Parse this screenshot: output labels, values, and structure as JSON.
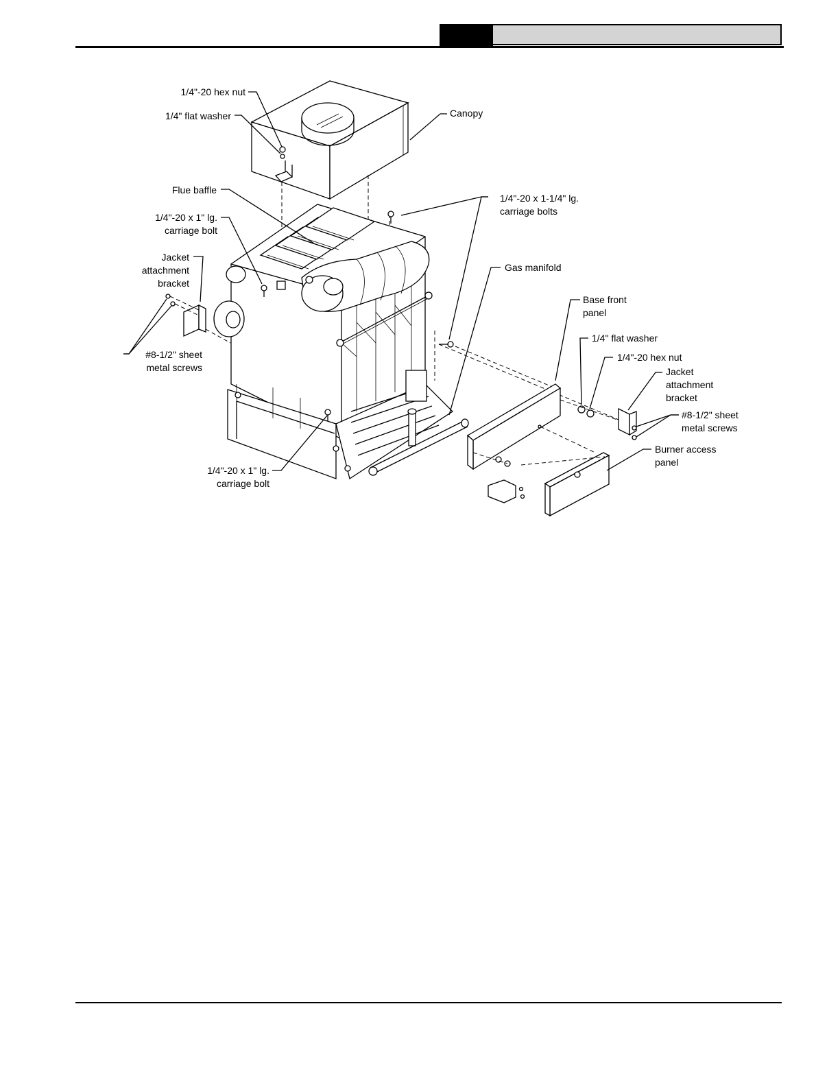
{
  "labels": {
    "hex_nut_top": "1/4\"-20 hex nut",
    "flat_washer_top": "1/4\" flat washer",
    "canopy": "Canopy",
    "flue_baffle": "Flue baffle",
    "carriage_bolts_top": [
      "1/4\"-20 x 1-1/4\" lg.",
      "carriage bolts"
    ],
    "carriage_bolt_left": [
      "1/4\"-20 x 1\" lg.",
      "carriage bolt"
    ],
    "jacket_bracket_left": [
      "Jacket",
      "attachment",
      "bracket"
    ],
    "gas_manifold": "Gas manifold",
    "base_front_panel": [
      "Base front",
      "panel"
    ],
    "sheet_metal_screws_left": [
      "#8-1/2\" sheet",
      "metal screws"
    ],
    "flat_washer_right": "1/4\" flat washer",
    "hex_nut_right": "1/4\"-20 hex nut",
    "jacket_bracket_right": [
      "Jacket",
      "attachment",
      "bracket"
    ],
    "sheet_metal_screws_right": [
      "#8-1/2\" sheet",
      "metal screws"
    ],
    "burner_access_panel": [
      "Burner access",
      "panel"
    ],
    "carriage_bolt_bottom": [
      "1/4\"-20 x 1\" lg.",
      "carriage bolt"
    ]
  }
}
